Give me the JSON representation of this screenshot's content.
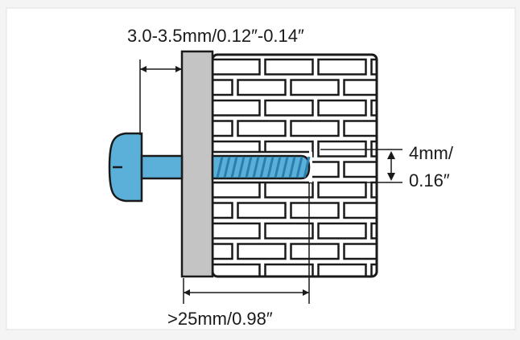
{
  "labels": {
    "gap_thickness": "3.0-3.5mm/0.12″-0.14″",
    "hole_diameter_line1": "4mm/",
    "hole_diameter_line2": "0.16″",
    "screw_depth": ">25mm/0.98″"
  },
  "colors": {
    "background": "#f4f4f4",
    "panel": "#ffffff",
    "plate": "#c4c4c4",
    "brick_fill": "#ffffff",
    "stroke": "#1a1a1a",
    "screw": "#5bb0d9",
    "screw_dark": "#2a7fae"
  }
}
